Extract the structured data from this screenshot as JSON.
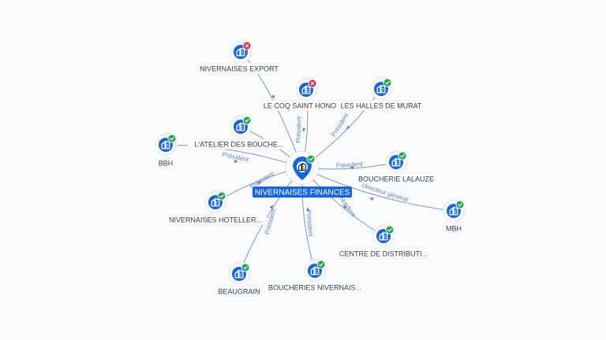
{
  "center": {
    "label": "NIVERNAISES FINANCES",
    "status": "active"
  },
  "colors": {
    "node_blue": "#1565e0",
    "active_green": "#23a455",
    "inactive_red": "#e0283e",
    "edge_grey": "#8a96a6",
    "edge_label_blue": "#5a7fcf"
  },
  "nodes": [
    {
      "label": "NIVERNAISES EXPORT",
      "status": "inactive",
      "edge_label": ""
    },
    {
      "label": "LE COQ SAINT HONO",
      "status": "inactive",
      "edge_label": "Président"
    },
    {
      "label": "LES HALLES DE MURAT",
      "status": "active",
      "edge_label": "Président"
    },
    {
      "label": "L'ATELIER DES BOUCHE...",
      "status": "active",
      "edge_label": ""
    },
    {
      "label": "BBH",
      "status": "active",
      "edge_label": "Président"
    },
    {
      "label": "BOUCHERIE LALAUZE",
      "status": "active",
      "edge_label": "Président"
    },
    {
      "label": "NIVERNAISES HOTELLER...",
      "status": "active",
      "edge_label": "Président"
    },
    {
      "label": "MBH",
      "status": "active",
      "edge_label": "Directeur général"
    },
    {
      "label": "CENTRE DE DISTRIBUTI...",
      "status": "active",
      "edge_label": "Président"
    },
    {
      "label": "BEAUGRAIN",
      "status": "active",
      "edge_label": "Président"
    },
    {
      "label": "BOUCHERIES NIVERNAIS...",
      "status": "active",
      "edge_label": "Président"
    }
  ]
}
